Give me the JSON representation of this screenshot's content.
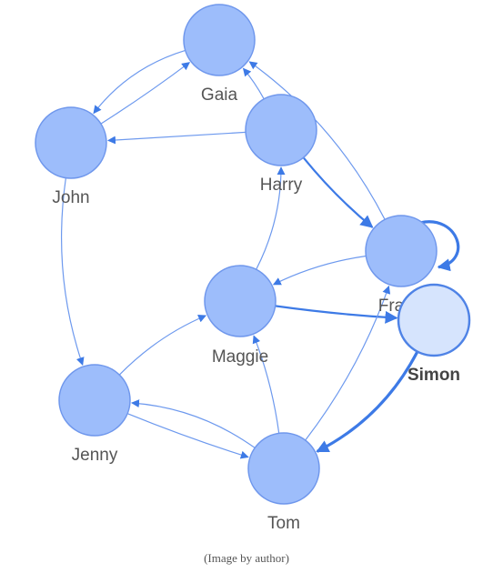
{
  "nodes": [
    {
      "id": "gaia",
      "label": "Gaia"
    },
    {
      "id": "john",
      "label": "John"
    },
    {
      "id": "harry",
      "label": "Harry"
    },
    {
      "id": "frank",
      "label": "Fra"
    },
    {
      "id": "maggie",
      "label": "Maggie"
    },
    {
      "id": "simon",
      "label": "Simon",
      "highlighted": true
    },
    {
      "id": "jenny",
      "label": "Jenny"
    },
    {
      "id": "tom",
      "label": "Tom"
    }
  ],
  "edges": [
    {
      "from": "gaia",
      "to": "john",
      "weight": 1
    },
    {
      "from": "john",
      "to": "gaia",
      "weight": 1
    },
    {
      "from": "harry",
      "to": "john",
      "weight": 1
    },
    {
      "from": "harry",
      "to": "gaia",
      "weight": 1
    },
    {
      "from": "frank",
      "to": "gaia",
      "weight": 1
    },
    {
      "from": "harry",
      "to": "frank",
      "weight": 2
    },
    {
      "from": "frank",
      "to": "maggie",
      "weight": 1
    },
    {
      "from": "frank",
      "to": "frank",
      "weight": 3
    },
    {
      "from": "maggie",
      "to": "harry",
      "weight": 1
    },
    {
      "from": "maggie",
      "to": "simon",
      "weight": 2
    },
    {
      "from": "simon",
      "to": "tom",
      "weight": 3
    },
    {
      "from": "john",
      "to": "jenny",
      "weight": 1
    },
    {
      "from": "jenny",
      "to": "maggie",
      "weight": 1
    },
    {
      "from": "jenny",
      "to": "tom",
      "weight": 1
    },
    {
      "from": "tom",
      "to": "jenny",
      "weight": 1
    },
    {
      "from": "tom",
      "to": "maggie",
      "weight": 1
    },
    {
      "from": "tom",
      "to": "frank",
      "weight": 1
    }
  ],
  "colors": {
    "node_fill": "#9dbdfb",
    "node_stroke": "#6f97ec",
    "highlight_fill": "#d6e4fd",
    "highlight_stroke": "#4f83e6",
    "edge": "#3d7ae6",
    "edge_light": "#6d99ee"
  },
  "caption": "(Image by author)"
}
